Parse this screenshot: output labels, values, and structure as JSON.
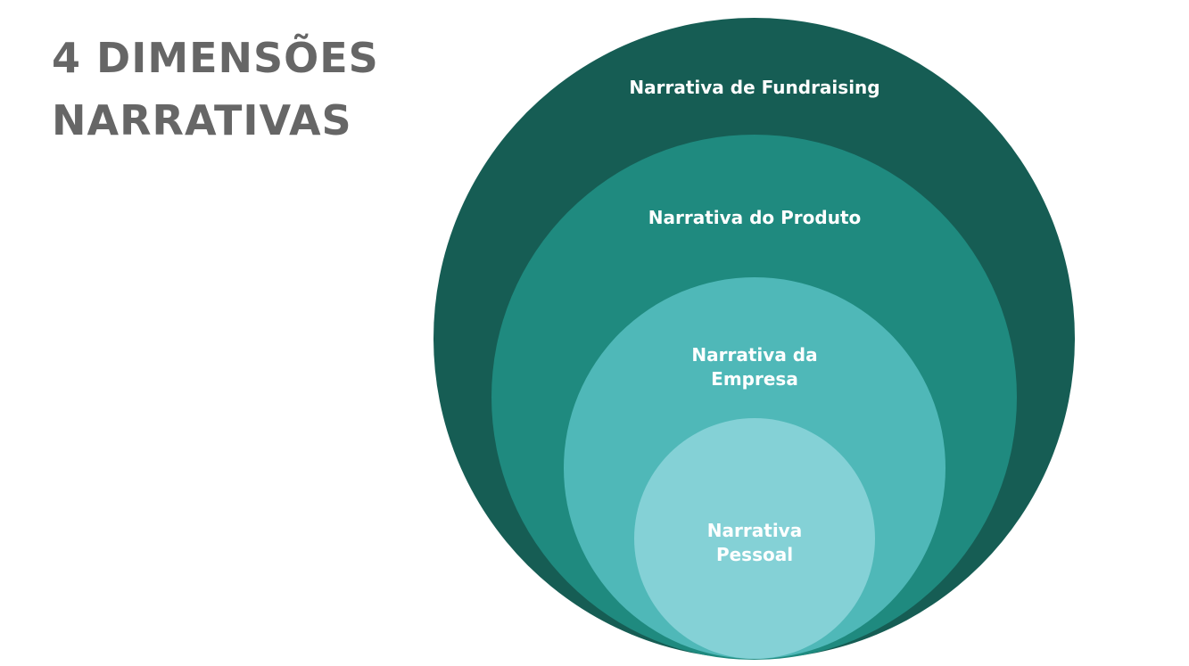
{
  "title": {
    "line1": "4 DIMENSÕES",
    "line2": "NARRATIVAS"
  },
  "circles": [
    {
      "label": "Narrativa de Fundraising",
      "color": "#165d54"
    },
    {
      "label": "Narrativa do Produto",
      "color": "#1f8a7f"
    },
    {
      "label": "Narrativa da\nEmpresa",
      "color": "#4fb8b8"
    },
    {
      "label": "Narrativa\nPessoal",
      "color": "#84d1d6"
    }
  ]
}
